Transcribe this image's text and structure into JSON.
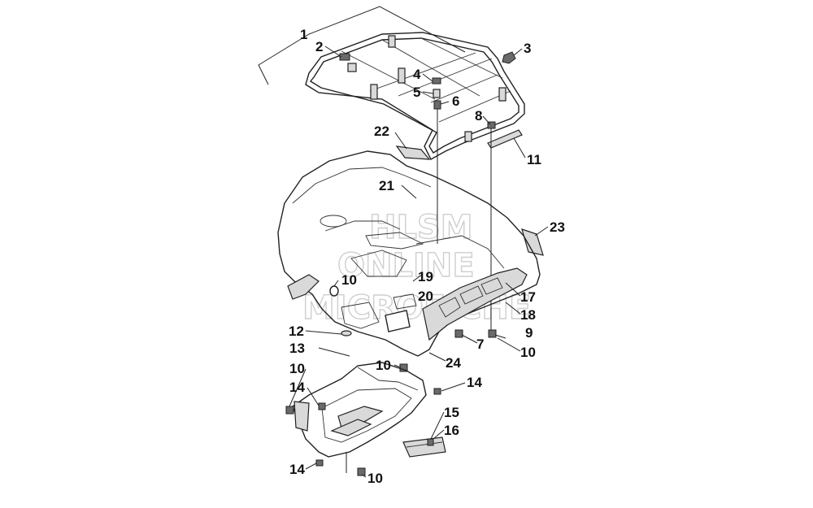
{
  "diagram": {
    "callouts": [
      {
        "id": "c1",
        "text": "1"
      },
      {
        "id": "c2",
        "text": "2"
      },
      {
        "id": "c3",
        "text": "3"
      },
      {
        "id": "c4",
        "text": "4"
      },
      {
        "id": "c5",
        "text": "5"
      },
      {
        "id": "c6",
        "text": "6"
      },
      {
        "id": "c8",
        "text": "8"
      },
      {
        "id": "c11",
        "text": "11"
      },
      {
        "id": "c22",
        "text": "22"
      },
      {
        "id": "c21",
        "text": "21"
      },
      {
        "id": "c23",
        "text": "23"
      },
      {
        "id": "c10a",
        "text": "10"
      },
      {
        "id": "c19",
        "text": "19"
      },
      {
        "id": "c20",
        "text": "20"
      },
      {
        "id": "c17",
        "text": "17"
      },
      {
        "id": "c18",
        "text": "18"
      },
      {
        "id": "c9",
        "text": "9"
      },
      {
        "id": "c12",
        "text": "12"
      },
      {
        "id": "c7",
        "text": "7"
      },
      {
        "id": "c10b",
        "text": "10"
      },
      {
        "id": "c13",
        "text": "13"
      },
      {
        "id": "c10c",
        "text": "10"
      },
      {
        "id": "c24",
        "text": "24"
      },
      {
        "id": "c10d",
        "text": "10"
      },
      {
        "id": "c14a",
        "text": "14"
      },
      {
        "id": "c14b",
        "text": "14"
      },
      {
        "id": "c15",
        "text": "15"
      },
      {
        "id": "c16",
        "text": "16"
      },
      {
        "id": "c14c",
        "text": "14"
      },
      {
        "id": "c10e",
        "text": "10"
      }
    ]
  },
  "watermark": {
    "line1": "HLSM",
    "line2": "ONLINE",
    "line3": "MICROFICHE"
  }
}
